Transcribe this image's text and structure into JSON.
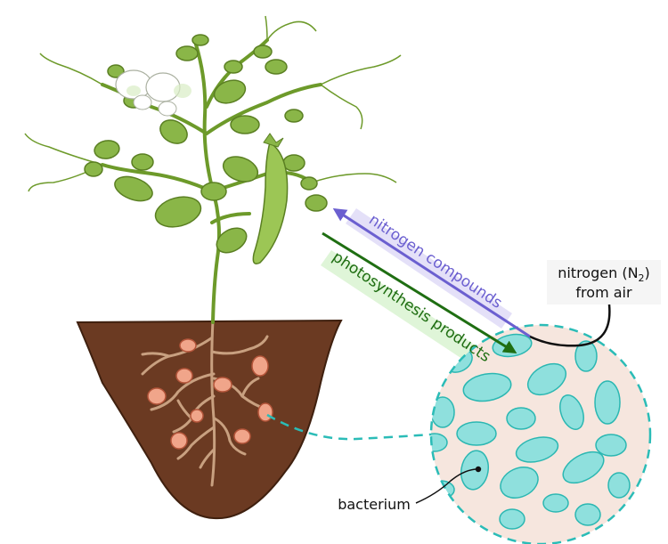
{
  "labels": {
    "nitrogen_compounds": "nitrogen compounds",
    "photosynthesis_products": "photosynthesis products",
    "nitrogen_air_line1_prefix": "nitrogen (N",
    "nitrogen_air_subscript": "2",
    "nitrogen_air_line1_suffix": ")",
    "nitrogen_air_line2": "from air",
    "bacterium": "bacterium"
  },
  "colors": {
    "soil": "#6b3a22",
    "nodule": "#f0a58a",
    "root": "#c8a080",
    "stem": "#6d9a2a",
    "leaf": "#8ab648",
    "leaf_stroke": "#5a7f22",
    "flower": "#ffffff",
    "bacteria_fill": "#8fe0dd",
    "bacteria_stroke": "#2bb7b2",
    "magnified_bg": "#f6e6de",
    "dashed_outline": "#2bbcb7",
    "nitrogen_arrow": "#6b5fd0",
    "nitrogen_highlight": "#e4e0f8",
    "photosynthesis_arrow": "#1f6e12",
    "photosynthesis_highlight": "#dff5d8"
  }
}
